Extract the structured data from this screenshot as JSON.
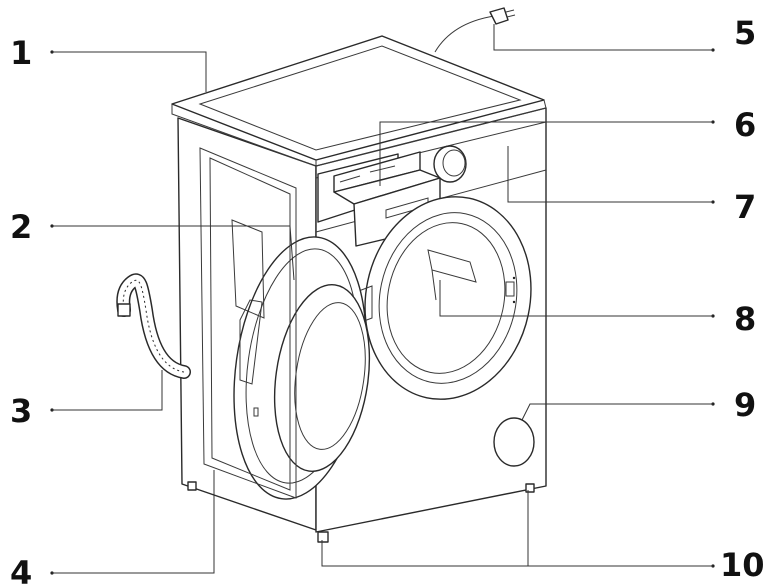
{
  "diagram": {
    "callouts": [
      {
        "id": "c1",
        "label": "1"
      },
      {
        "id": "c2",
        "label": "2"
      },
      {
        "id": "c3",
        "label": "3"
      },
      {
        "id": "c4",
        "label": "4"
      },
      {
        "id": "c5",
        "label": "5"
      },
      {
        "id": "c6",
        "label": "6"
      },
      {
        "id": "c7",
        "label": "7"
      },
      {
        "id": "c8",
        "label": "8"
      },
      {
        "id": "c9",
        "label": "9"
      },
      {
        "id": "c10",
        "label": "10"
      }
    ],
    "colors": {
      "line": "#2a2a2a",
      "text": "#111111",
      "background": "#ffffff"
    }
  }
}
